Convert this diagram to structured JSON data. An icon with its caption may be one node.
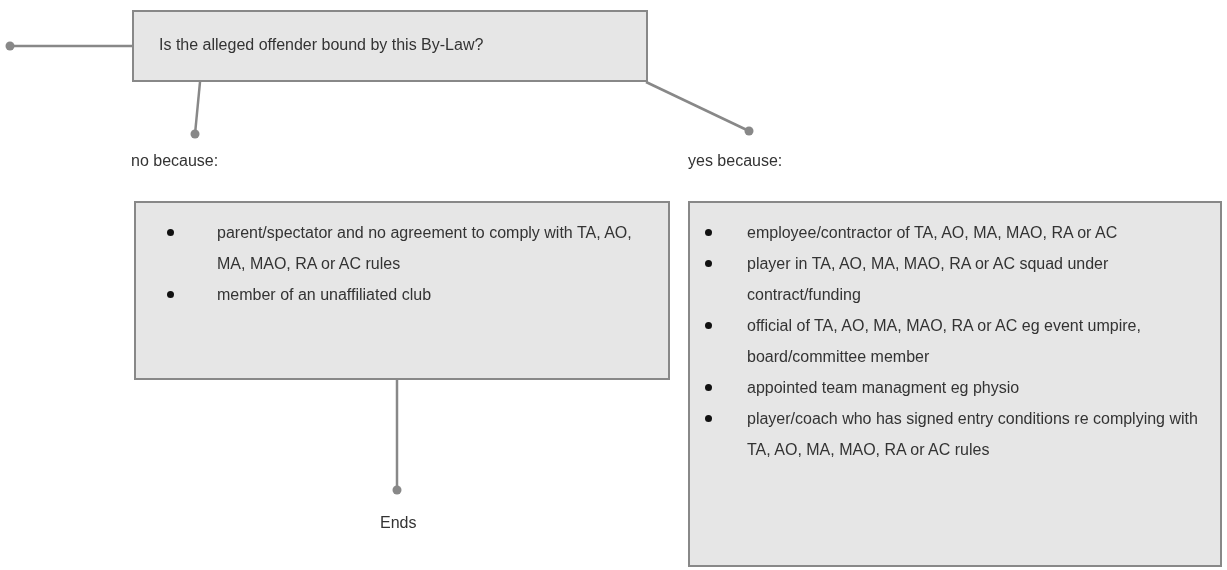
{
  "diagram": {
    "nodes": [
      {
        "text": [
          "Is the alleged offender bound by this By-Law?"
        ]
      },
      {
        "text": [
          "no because:"
        ]
      },
      {
        "text": [
          "yes because:"
        ]
      },
      {
        "text": [
          "parent/spectator and no agreement to comply with TA, AO, MA, MAO, RA or AC rules",
          "member of an unaffiliated club"
        ]
      },
      {
        "text": [
          "employee/contractor of TA, AO, MA, MAO, RA or AC",
          "player in TA, AO, MA, MAO, RA or AC squad under contract/funding",
          "official of TA, AO, MA, MAO, RA or AC eg event umpire, board/committee member",
          "appointed team managment eg physio",
          "player/coach who has signed entry conditions re complying with TA, AO, MA, MAO, RA or AC rules"
        ]
      },
      {
        "text": [
          "Ends"
        ]
      }
    ],
    "edges": [
      {
        "from": 0,
        "to": null,
        "arrow": "other"
      },
      {
        "from": 0,
        "to": 1,
        "arrow": "other"
      },
      {
        "from": 0,
        "to": 2,
        "arrow": "other"
      },
      {
        "from": 3,
        "to": 5,
        "arrow": "other"
      }
    ]
  }
}
